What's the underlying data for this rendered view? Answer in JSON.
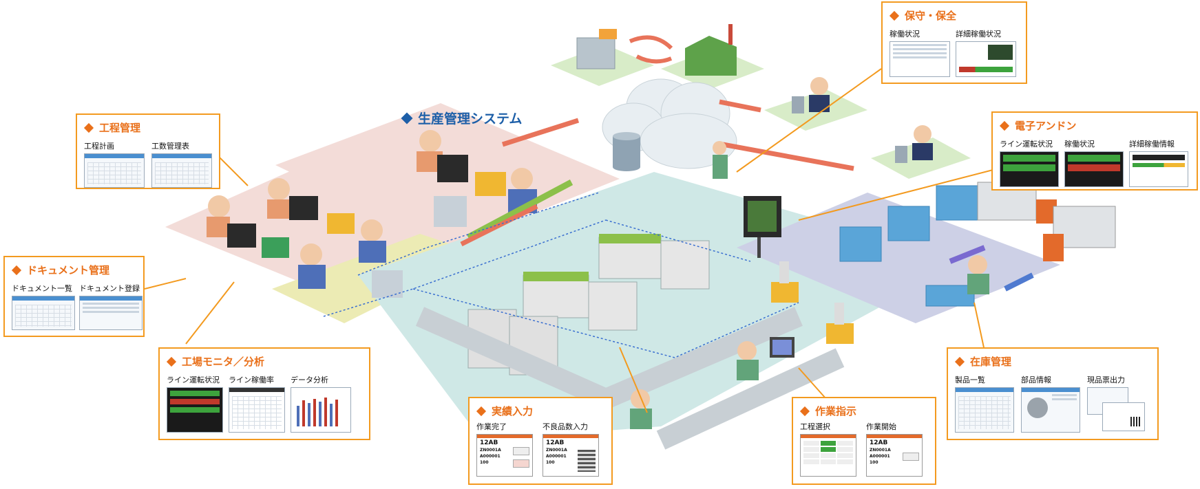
{
  "main_title": "生産管理システム",
  "callouts": {
    "kotei": {
      "title": "工程管理",
      "items": [
        "工程計画",
        "工数管理表"
      ]
    },
    "document": {
      "title": "ドキュメント管理",
      "items": [
        "ドキュメント一覧",
        "ドキュメント登録"
      ]
    },
    "monitor": {
      "title": "工場モニタ／分析",
      "items": [
        "ライン運転状況",
        "ライン稼働率",
        "データ分析"
      ]
    },
    "jisseki": {
      "title": "実績入力",
      "items": [
        "作業完了",
        "不良品数入力"
      ]
    },
    "sagyo": {
      "title": "作業指示",
      "items": [
        "工程選択",
        "作業開始"
      ]
    },
    "zaiko": {
      "title": "在庫管理",
      "items": [
        "製品一覧",
        "部品情報",
        "現品票出力"
      ]
    },
    "denshi": {
      "title": "電子アンドン",
      "items": [
        "ライン運転状況",
        "稼働状況",
        "詳細稼働情報"
      ]
    },
    "hoshu": {
      "title": "保守・保全",
      "items": [
        "稼働状況",
        "詳細稼働状況"
      ]
    }
  },
  "tablet_text": {
    "code": "12AB",
    "line1": "ZN0001A",
    "line2": "A000001",
    "qty": "100"
  },
  "colors": {
    "accent": "#e9701a",
    "border": "#f39a1f",
    "title_blue": "#1d5fa8",
    "pink_zone": "#f3dcd8",
    "yellow_zone": "#ecebb4",
    "teal_zone": "#cfe8e6",
    "purple_zone": "#cdd0e6",
    "green_tile": "#d8ecc8"
  }
}
